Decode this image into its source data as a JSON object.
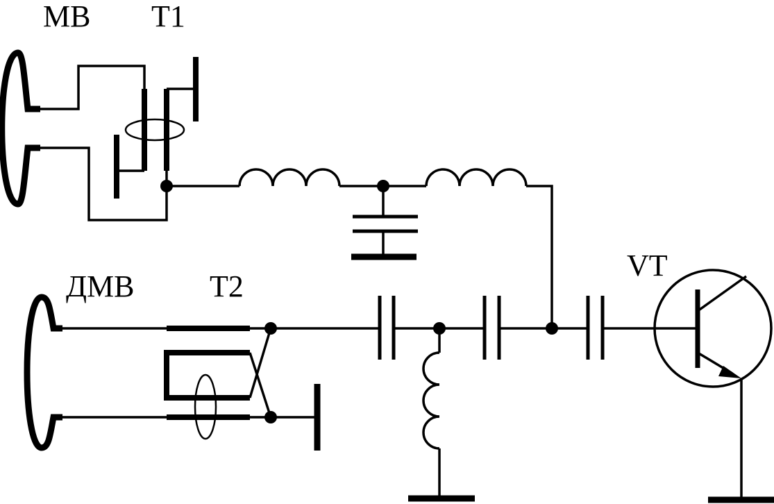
{
  "labels": {
    "mv": "МВ",
    "t1": "T1",
    "dmv": "ДМВ",
    "t2": "T2",
    "vt": "VT"
  }
}
